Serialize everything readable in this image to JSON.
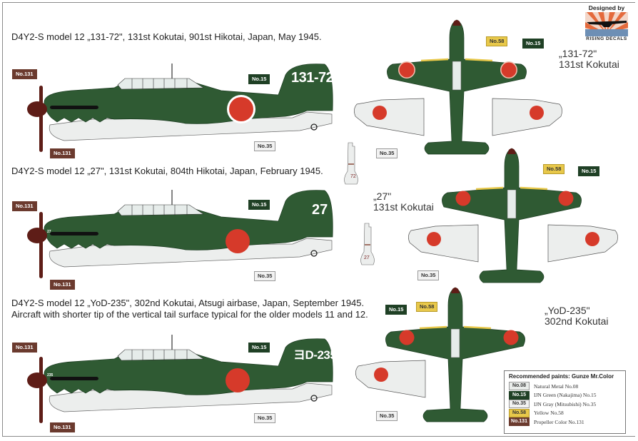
{
  "branding": {
    "designed_by": "Designed by",
    "company": "RISING DECALS",
    "logo_icon": "rising-sun-aircraft-icon"
  },
  "colors": {
    "ijn_green": "#2f5a33",
    "ijn_gray": "#eceeed",
    "hinomaru_red": "#d63a2a",
    "propeller_brown": "#5e1d17",
    "yellow": "#e8c84a"
  },
  "profiles": [
    {
      "caption": "D4Y2-S model 12 „131-72\", 131st Kokutai, 901st Hikotai, Japan, May 1945.",
      "tail_code": "131-72",
      "nose_code": "",
      "top_view_label_line1": "„131-72\"",
      "top_view_label_line2": "131st Kokutai",
      "small_tail_code": "72",
      "callouts": {
        "prop_top": "No.131",
        "prop_bottom": "No.131",
        "upper": "No.15",
        "lower": "No.35",
        "top_yellow": "No.58",
        "top_green": "No.15",
        "wing_under": "No.35"
      }
    },
    {
      "caption": "D4Y2-S model 12 „27\", 131st Kokutai, 804th Hikotai, Japan, February 1945.",
      "tail_code": "27",
      "nose_code": "27",
      "top_view_label_line1": "„27\"",
      "top_view_label_line2": "131st Kokutai",
      "small_tail_code": "27",
      "callouts": {
        "prop_top": "No.131",
        "prop_bottom": "No.131",
        "upper": "No.15",
        "lower": "No.35",
        "top_yellow": "No.58",
        "top_green": "No.15",
        "wing_under": "No.35"
      }
    },
    {
      "caption": "D4Y2-S model 12 „YoD-235\", 302nd Kokutai, Atsugi airbase, Japan, September 1945.",
      "caption_line2": "Aircraft with shorter tip of the vertical tail surface typical for the older models 11 and 12.",
      "tail_code": "ヨD-235",
      "nose_code": "235",
      "top_view_label_line1": "„YoD-235\"",
      "top_view_label_line2": "302nd Kokutai",
      "callouts": {
        "prop_top": "No.131",
        "prop_bottom": "No.131",
        "upper": "No.15",
        "lower": "No.35",
        "top_yellow": "No.58",
        "top_green": "No.15",
        "wing_under": "No.35"
      }
    }
  ],
  "legend": {
    "title": "Recommended paints: Gunze Mr.Color",
    "items": [
      {
        "code": "No.08",
        "name": "Natural Metal No.08",
        "color": "#e9ecea"
      },
      {
        "code": "No.15",
        "name": "IJN Green (Nakajima) No.15",
        "color": "#1f4025"
      },
      {
        "code": "No.35",
        "name": "IJN Gray (Mitsubishi) No.35",
        "color": "#f2f2f2"
      },
      {
        "code": "No.58",
        "name": "Yellow No.58",
        "color": "#e8c84a"
      },
      {
        "code": "No.131",
        "name": "Propeller Color No.131",
        "color": "#6b3a2e"
      }
    ]
  }
}
